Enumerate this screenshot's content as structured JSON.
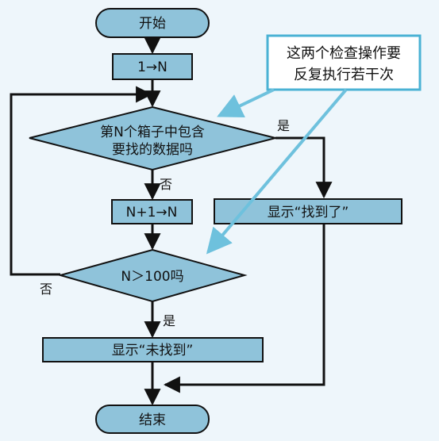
{
  "colors": {
    "background": "#eef6fb",
    "node_fill": "#8fc3da",
    "stroke": "#111111",
    "annotation_border": "#4ab2d4",
    "annotation_arrow": "#6ec1dd"
  },
  "nodes": {
    "start": "开始",
    "init": "1→N",
    "check_box_line1": "第N个箱子中包含",
    "check_box_line2": "要找的数据吗",
    "increment": "N+1→N",
    "show_found": "显示“找到了”",
    "check_limit": "N＞100吗",
    "show_not_found": "显示“未找到”",
    "end": "结束"
  },
  "edge_labels": {
    "box_yes": "是",
    "box_no": "否",
    "limit_no": "否",
    "limit_yes": "是"
  },
  "annotation": {
    "line1": "这两个检查操作要",
    "line2": "反复执行若干次"
  }
}
